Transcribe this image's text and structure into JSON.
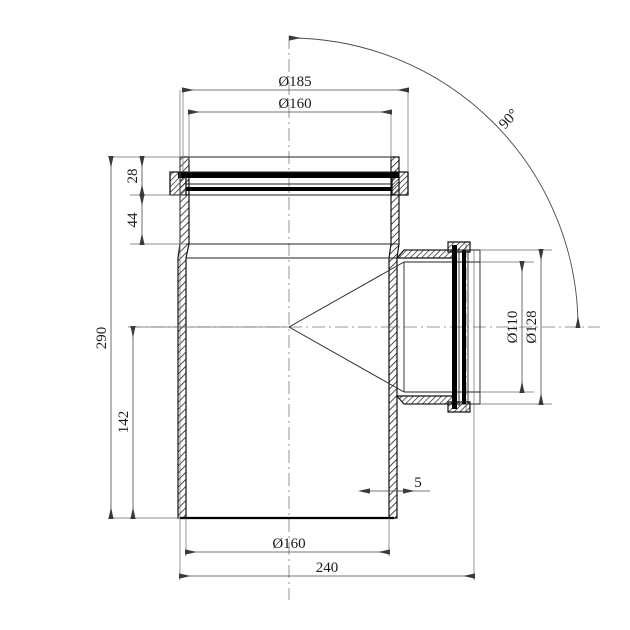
{
  "drawing": {
    "title": "PP sewage tee fitting cross-section drawing",
    "type": "technical-engineering-drawing",
    "units": "mm",
    "background_color": "#ffffff",
    "line_color": "#111111",
    "dimension_color": "#4a4a4a"
  },
  "dimensions": {
    "outer_socket_diameter": "Ø185",
    "main_bore_diameter": "Ø160",
    "socket_depth": "28",
    "socket_to_shoulder": "44",
    "total_height": "290",
    "lower_body_height": "142",
    "wall_thickness": "5",
    "bottom_diameter": "Ø160",
    "overall_width": "240",
    "branch_inner_diameter": "Ø110",
    "branch_outer_diameter": "Ø128",
    "branch_angle": "90°"
  },
  "labels": {
    "d185": "Ø185",
    "d160_top": "Ø160",
    "v28": "28",
    "v44": "44",
    "v290": "290",
    "v142": "142",
    "w5": "5",
    "d160_bottom": "Ø160",
    "w240": "240",
    "d110": "Ø110",
    "d128": "Ø128",
    "angle90": "90°"
  }
}
